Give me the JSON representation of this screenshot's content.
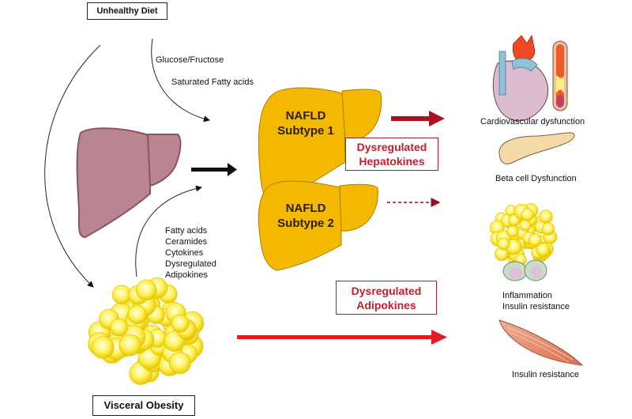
{
  "inputs": {
    "unhealthy_diet": "Unhealthy Diet",
    "visceral_obesity": "Visceral Obesity"
  },
  "diet_factors": [
    "Glucose/Fructose",
    "Saturated Fatty acids"
  ],
  "obesity_factors": [
    "Fatty acids",
    "Ceramides",
    "Cytokines",
    "Dysregulated",
    "Adipokines"
  ],
  "subtypes": [
    {
      "line1": "NAFLD",
      "line2": "Subtype 1"
    },
    {
      "line1": "NAFLD",
      "line2": "Subtype 2"
    }
  ],
  "mediators": {
    "hepatokines": {
      "line1": "Dysregulated",
      "line2": "Hepatokines"
    },
    "adipokines": {
      "line1": "Dysregulated",
      "line2": "Adipokines"
    }
  },
  "outcomes": [
    {
      "label": "Cardiovascular dysfunction"
    },
    {
      "label": "Beta cell Dysfunction"
    },
    {
      "label1": "Inflammation",
      "label2": "Insulin resistance"
    },
    {
      "label": "Insulin resistance"
    }
  ],
  "colors": {
    "normal_liver": "#b57e8c",
    "fatty_liver": "#f5b800",
    "hepatokine_arrow": "#b01020",
    "adipokine_arrow": "#e31b23",
    "adipose": "#f7e21a"
  }
}
